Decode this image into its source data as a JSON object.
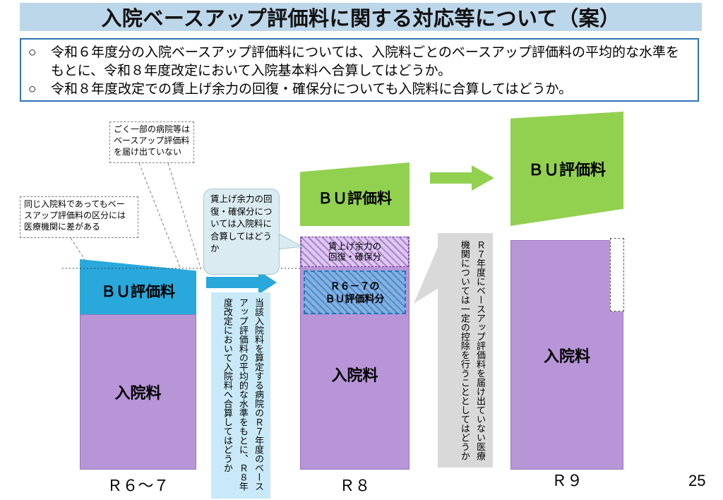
{
  "slide": {
    "title": "入院ベースアップ評価料に関する対応等について（案）",
    "page_number": "25"
  },
  "summary": {
    "marker": "○",
    "bullets": [
      "令和６年度分の入院ベースアップ評価料については、入院料ごとのベースアップ評価料の平均的な水準をもとに、令和８年度改定において入院基本料へ合算してはどうか。",
      "令和８年度改定での賃上げ余力の回復・確保分についても入院料に合算してはどうか。"
    ]
  },
  "diagram": {
    "r67": {
      "axis_label": "Ｒ６～７",
      "bu_label": "ＢＵ評価料",
      "base_label": "入院料"
    },
    "r8": {
      "axis_label": "Ｒ８",
      "bu_label": "ＢＵ評価料",
      "base_label": "入院料",
      "strip_label": "賃上げ余力の\n回復・確保分",
      "hatch_label": "Ｒ６－７の\nＢＵ評価料分"
    },
    "r9": {
      "axis_label": "Ｒ９",
      "bu_label": "ＢＵ評価料",
      "base_label": "入院料"
    },
    "callout_no_report": "ごく一部の病院等は\nベースアップ評価料\nを届け出ていない",
    "callout_variation": "同じ入院料であってもベー\nスアップ評価料の区分には\n医療機関に差がある",
    "callout_wage_room": "賃上げ余力の回\n復・確保分につ\nいては入院料に\n合算してはどう\nか",
    "note_r8_vertical": "当該入院料を算定する病院のＲ７年度のベースアップ評価料の平均的な水準をもとに、Ｒ８年度改定において入院料へ合算してはどうか",
    "note_r9_vertical": "Ｒ７年度にベースアップ評価料を届け出ていない医療機関については一定の控除を行うこととしてはどうか"
  },
  "icons": {
    "blue_arrow": "right-arrow",
    "green_arrow": "right-arrow"
  },
  "colors": {
    "title_bg": "#BCD6EA",
    "summary_border": "#2E75B6",
    "purple": "#B795D7",
    "blue": "#29A8DC",
    "green": "#92D050",
    "teal_callout_bg": "#DAEBF1",
    "gray_callout_bg": "#D9D9D9",
    "process_box_bg": "#C9E9F8"
  }
}
